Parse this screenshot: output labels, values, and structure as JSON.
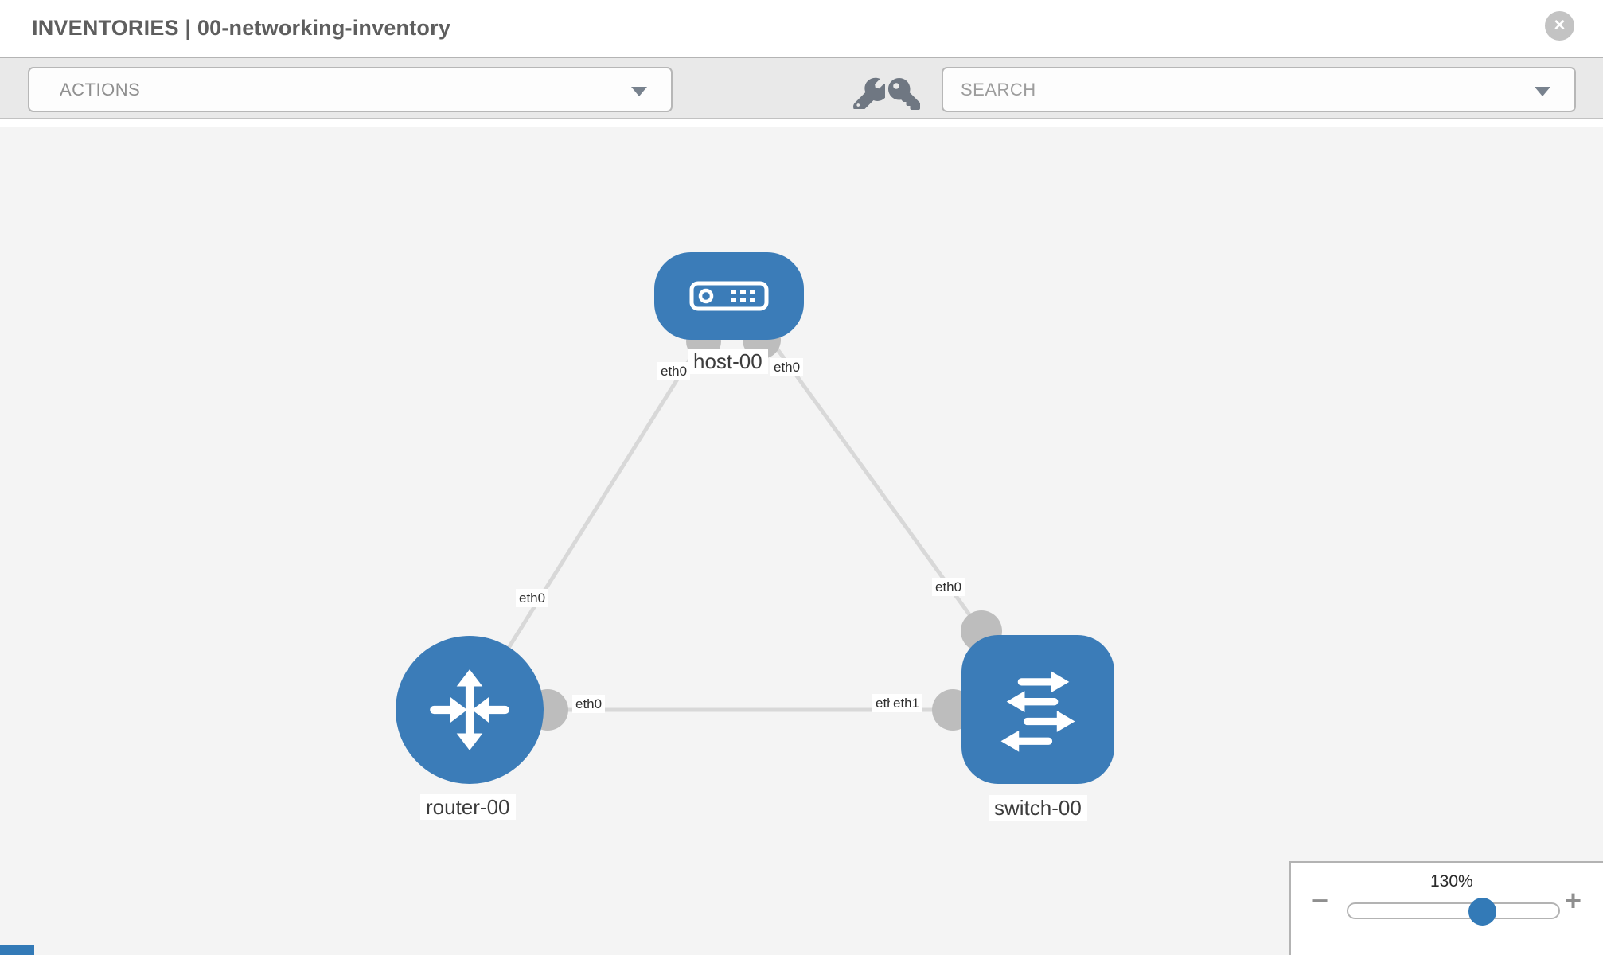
{
  "header": {
    "title": "INVENTORIES | 00-networking-inventory",
    "close_glyph": "✕"
  },
  "toolbar": {
    "actions_label": "ACTIONS",
    "search_placeholder": "SEARCH"
  },
  "colors": {
    "node_blue": "#3b7cb8",
    "accent_blue": "#337ab7",
    "link_gray": "#d8d8d8",
    "connector_gray": "#bdbdbd",
    "toolbar_gray": "#e9e9e9",
    "canvas_gray": "#f4f4f4"
  },
  "topology": {
    "nodes": [
      {
        "name": "host-00",
        "type": "host",
        "icon": "server-icon"
      },
      {
        "name": "router-00",
        "type": "router",
        "icon": "router-arrows-icon"
      },
      {
        "name": "switch-00",
        "type": "switch",
        "icon": "switch-arrows-icon"
      }
    ],
    "links": [
      {
        "source": "host-00",
        "source_interface": "eth0",
        "target": "router-00",
        "target_interface": "eth0"
      },
      {
        "source": "host-00",
        "source_interface": "eth0",
        "target": "switch-00",
        "target_interface": "eth0"
      },
      {
        "source": "router-00",
        "source_interface": "eth0",
        "target": "switch-00",
        "target_interface": "eth1"
      }
    ],
    "interface_labels": {
      "host_left": "eth0",
      "host_right": "eth0",
      "host_router_link": "eth0",
      "host_switch_link": "eth0",
      "router_side": "eth0",
      "switch_side_under": "eth0",
      "switch_side_over": "eth1"
    }
  },
  "zoom_control": {
    "level": "130%",
    "minus_glyph": "−",
    "plus_glyph": "+"
  }
}
